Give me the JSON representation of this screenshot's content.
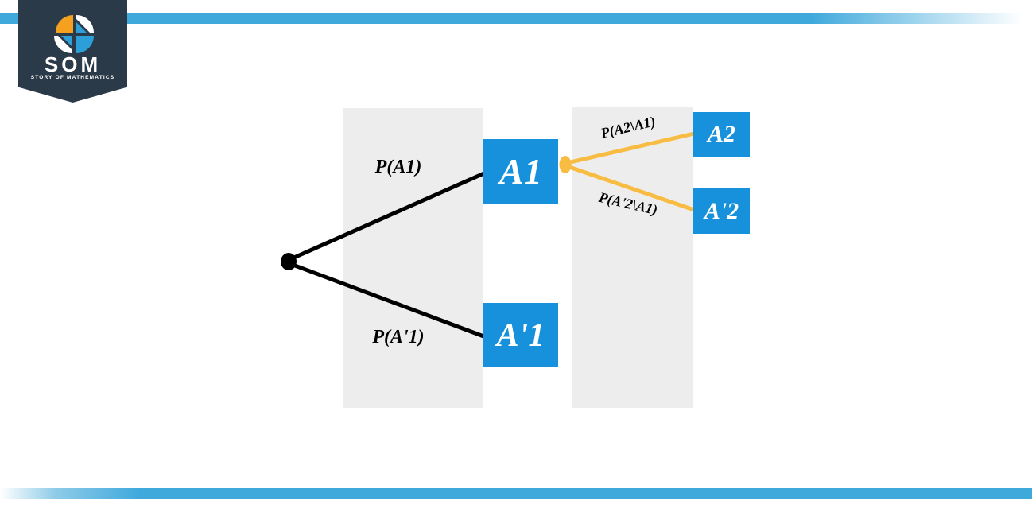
{
  "brand": {
    "name": "SOM",
    "tagline": "STORY OF MATHEMATICS",
    "badge_color": "#2B3A48",
    "icon_orange": "#F5A01E",
    "icon_blue": "#2C9FD8"
  },
  "decor": {
    "top_bar_color": "#3FA9DC",
    "bottom_bar_color": "#3FA9DC"
  },
  "diagram": {
    "type": "probability-tree",
    "node_fill_color": "#1791DC",
    "level1_branch_color": "#000000",
    "level2_branch_color": "#F9BC42",
    "shade_color": "#EDEDED",
    "nodes": [
      {
        "id": "A1",
        "label": "A1"
      },
      {
        "id": "A'1",
        "label": "A'1"
      },
      {
        "id": "A2",
        "label": "A2"
      },
      {
        "id": "A'2",
        "label": "A'2"
      }
    ],
    "branches": [
      {
        "from": "root",
        "to": "A1",
        "label": "P(A1)"
      },
      {
        "from": "root",
        "to": "A'1",
        "label": "P(A'1)"
      },
      {
        "from": "A1",
        "to": "A2",
        "label": "P(A2\\A1)"
      },
      {
        "from": "A1",
        "to": "A'2",
        "label": "P(A'2\\A1)"
      }
    ]
  }
}
